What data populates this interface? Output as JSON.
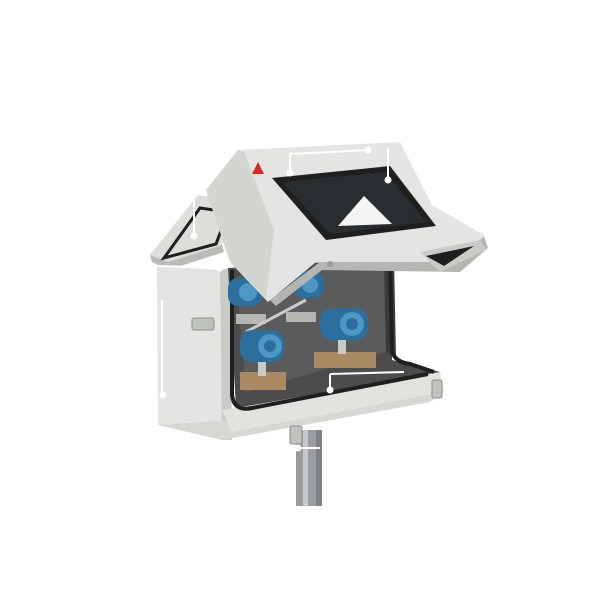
{
  "scene": {
    "subject": "enclosure-photo",
    "colors": {
      "background": "#ffffff",
      "body": "#e4e5e2",
      "body_shade": "#c9cbc7",
      "body_dark": "#b3b6b1",
      "interior": "#4b4c4b",
      "gasket": "#1e1f1e",
      "pole": "#9a9d9f",
      "transmitter": "#2c6f9c",
      "transmitter_light": "#4c97c4",
      "brass": "#a98a63",
      "warning": "#d52b1e",
      "glass": "#2a2d30",
      "callout": "#ffffff"
    },
    "callouts": [
      {
        "name": "callout-top-window-left",
        "icon": "callout-marker-icon"
      },
      {
        "name": "callout-top-window-right",
        "icon": "callout-marker-icon"
      },
      {
        "name": "callout-window-glass",
        "icon": "callout-marker-icon"
      },
      {
        "name": "callout-left-lid",
        "icon": "callout-marker-icon"
      },
      {
        "name": "callout-side-panel",
        "icon": "callout-marker-icon"
      },
      {
        "name": "callout-mounting-plate",
        "icon": "callout-marker-icon"
      },
      {
        "name": "callout-manifold",
        "icon": "callout-marker-icon"
      },
      {
        "name": "callout-pole-mount",
        "icon": "callout-marker-icon"
      }
    ]
  }
}
